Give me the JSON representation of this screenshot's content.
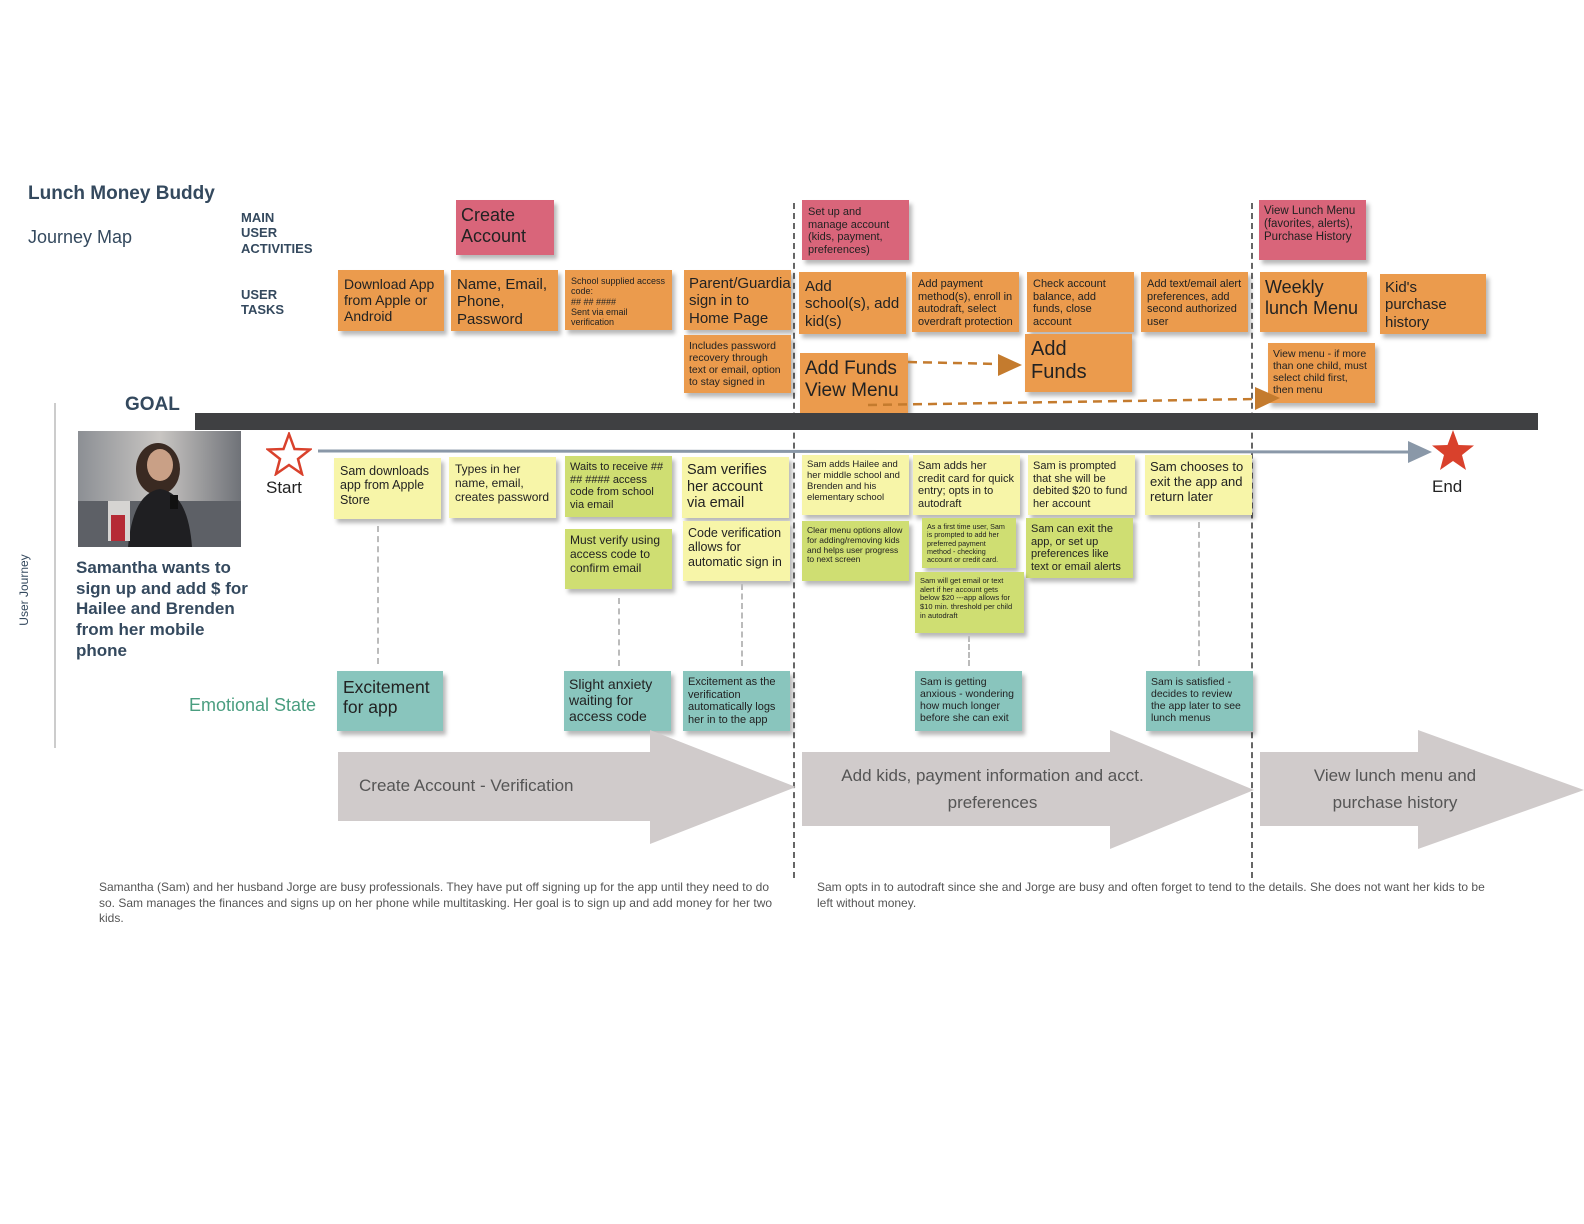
{
  "header": {
    "title": "Lunch Money Buddy",
    "subtitle": "Journey Map",
    "main_user_activities": "MAIN\nUSER\nACTIVITIES",
    "user_tasks": "USER\nTASKS",
    "goal": "GOAL"
  },
  "activities": {
    "create_account": "Create Account",
    "setup_manage": "Set up and manage account (kids, payment, preferences)",
    "view_lunch_menu": "View Lunch Menu (favorites, alerts), Purchase History"
  },
  "tasks": {
    "download": "Download App from Apple or Android",
    "name_email": "Name, Email, Phone, Password",
    "school_code": "School supplied access code:\n## ## ####\nSent via email verification",
    "parent_signin": "Parent/Guardian sign in to Home Page",
    "password_recovery": "Includes password recovery through text or email, option to stay signed in",
    "add_school": "Add school(s), add kid(s)",
    "add_payment": "Add payment method(s), enroll in autodraft, select overdraft protection",
    "check_balance": "Check account balance, add funds, close account",
    "add_alert": "Add text/email alert preferences, add second authorized user",
    "weekly_menu": "Weekly lunch Menu",
    "purchase_history": "Kid's purchase history",
    "add_funds_view_menu": "Add Funds View Menu",
    "add_funds": "Add Funds",
    "view_menu_note": "View menu - if more than one child, must select child first, then menu"
  },
  "journey": {
    "vertical_label": "User Journey",
    "start": "Start",
    "end": "End",
    "persona_caption": "Samantha wants to sign up and add $ for Hailee and Brenden from her mobile phone",
    "steps": {
      "sam_downloads": "Sam downloads app from Apple Store",
      "types_name": "Types in her name, email, creates password",
      "waits": "Waits to receive ## ## #### access code from school via email",
      "sam_verifies": "Sam verifies her account via email",
      "adds_hailee": "Sam adds Hailee and her middle school and Brenden and his elementary school",
      "adds_card": "Sam adds her credit card for quick entry; opts in to autodraft",
      "prompted": "Sam is prompted that she will be debited $20 to fund her account",
      "chooses_exit": "Sam chooses to exit the app and return later",
      "must_verify": "Must verify using access code to confirm email",
      "code_verification": "Code verification allows for automatic sign in",
      "clear_menu": "Clear menu options allow for adding/removing kids and helps user progress to next screen",
      "first_time": "As a first time user, Sam is prompted to add her preferred payment method - checking account or credit card.",
      "can_exit": "Sam can exit the app, or set up preferences like text or email alerts",
      "email_alert": "Sam will get email or text alert if her account gets below $20 ---app allows for $10 min. threshold per child in autodraft"
    }
  },
  "emotions": {
    "label": "Emotional State",
    "excitement": "Excitement for app",
    "anxiety": "Slight anxiety waiting for access code",
    "excitement_verification": "Excitement as the verification automatically logs her in to the app",
    "anxious": "Sam is getting anxious - wondering how much longer before she can exit",
    "satisfied": "Sam is satisfied - decides to review the app later to see lunch menus"
  },
  "phases": {
    "p1": "Create Account - Verification",
    "p2": "Add kids, payment information and acct. preferences",
    "p3": "View lunch menu and purchase history"
  },
  "descriptions": {
    "left": "Samantha (Sam) and her husband Jorge are busy professionals. They have put off signing up for the app until they need to do so. Sam manages the finances and signs up on her phone while multitasking. Her goal is to sign up and add money for her two kids.",
    "right": "Sam opts in to autodraft since she and Jorge are busy and often forget to tend to the details. She does not want her kids to be left without money."
  },
  "colors": {
    "pink": "#d9657a",
    "orange": "#eb9b4d",
    "yellow": "#f7f5a8",
    "green": "#cfde72",
    "teal": "#89c5bd",
    "heading": "#34495e",
    "emotion_label": "#4a9e80",
    "phase_arrow": "#d0cbcb",
    "goal_bar": "#3f4042",
    "star_start": "#d9412c",
    "star_end": "#d9412c"
  }
}
